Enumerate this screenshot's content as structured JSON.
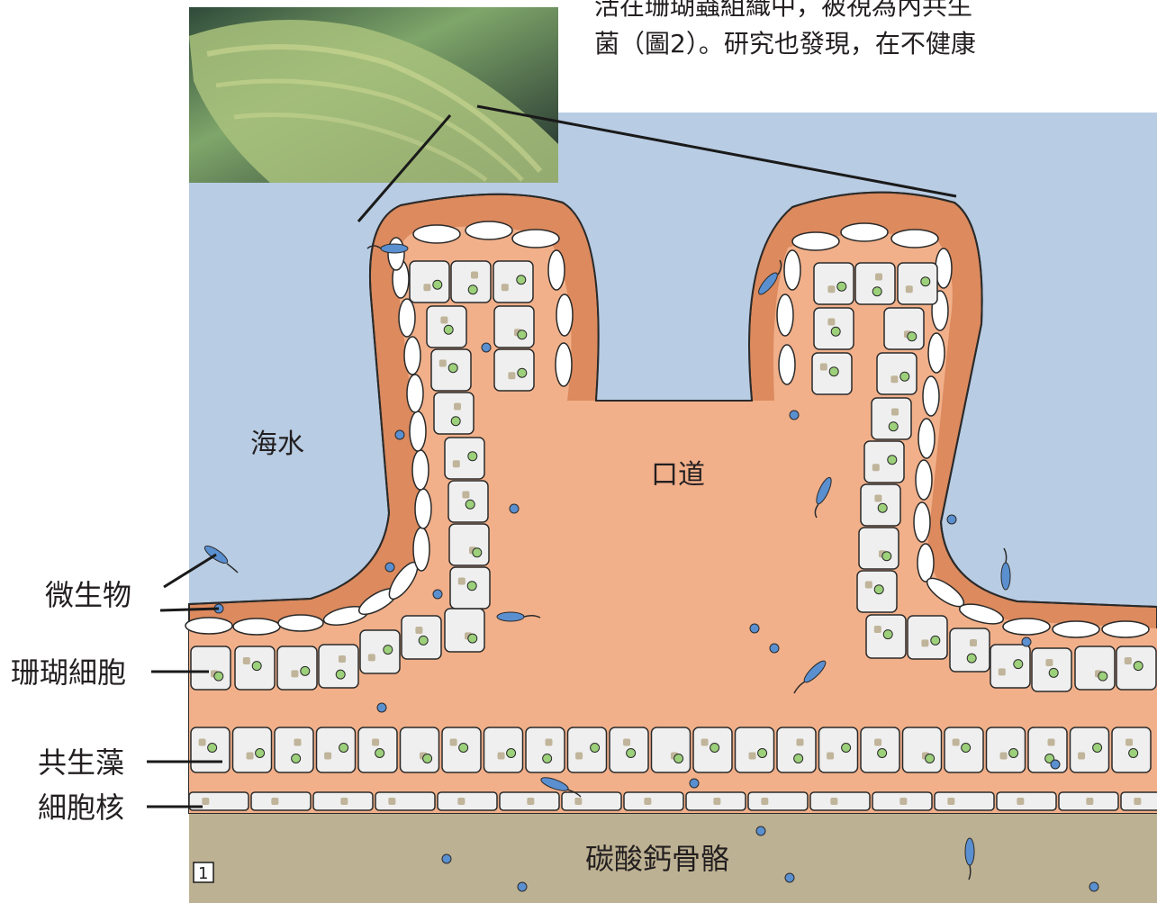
{
  "figure": {
    "top_text_line1": "活在珊瑚蟲組織中，被視為內共生",
    "top_text_line2": "菌（圖2）。研究也發現，在不健康",
    "region_labels": {
      "seawater": "海水",
      "mouth": "口道",
      "skeleton": "碳酸鈣骨骼"
    },
    "callouts": {
      "microbe": "微生物",
      "coral_cell": "珊瑚細胞",
      "symbiont": "共生藻",
      "nucleus": "細胞核"
    },
    "panel_number": "1",
    "colors": {
      "seawater": "#b8cce3",
      "tissue": "#f1b08a",
      "tissue_outer": "#dc8a5e",
      "skeleton": "#bdb193",
      "cell_fill": "#efefef",
      "symbiont": "#9cd07a",
      "nucleus": "#c0b49a",
      "microbe": "#5a8fd0"
    }
  }
}
